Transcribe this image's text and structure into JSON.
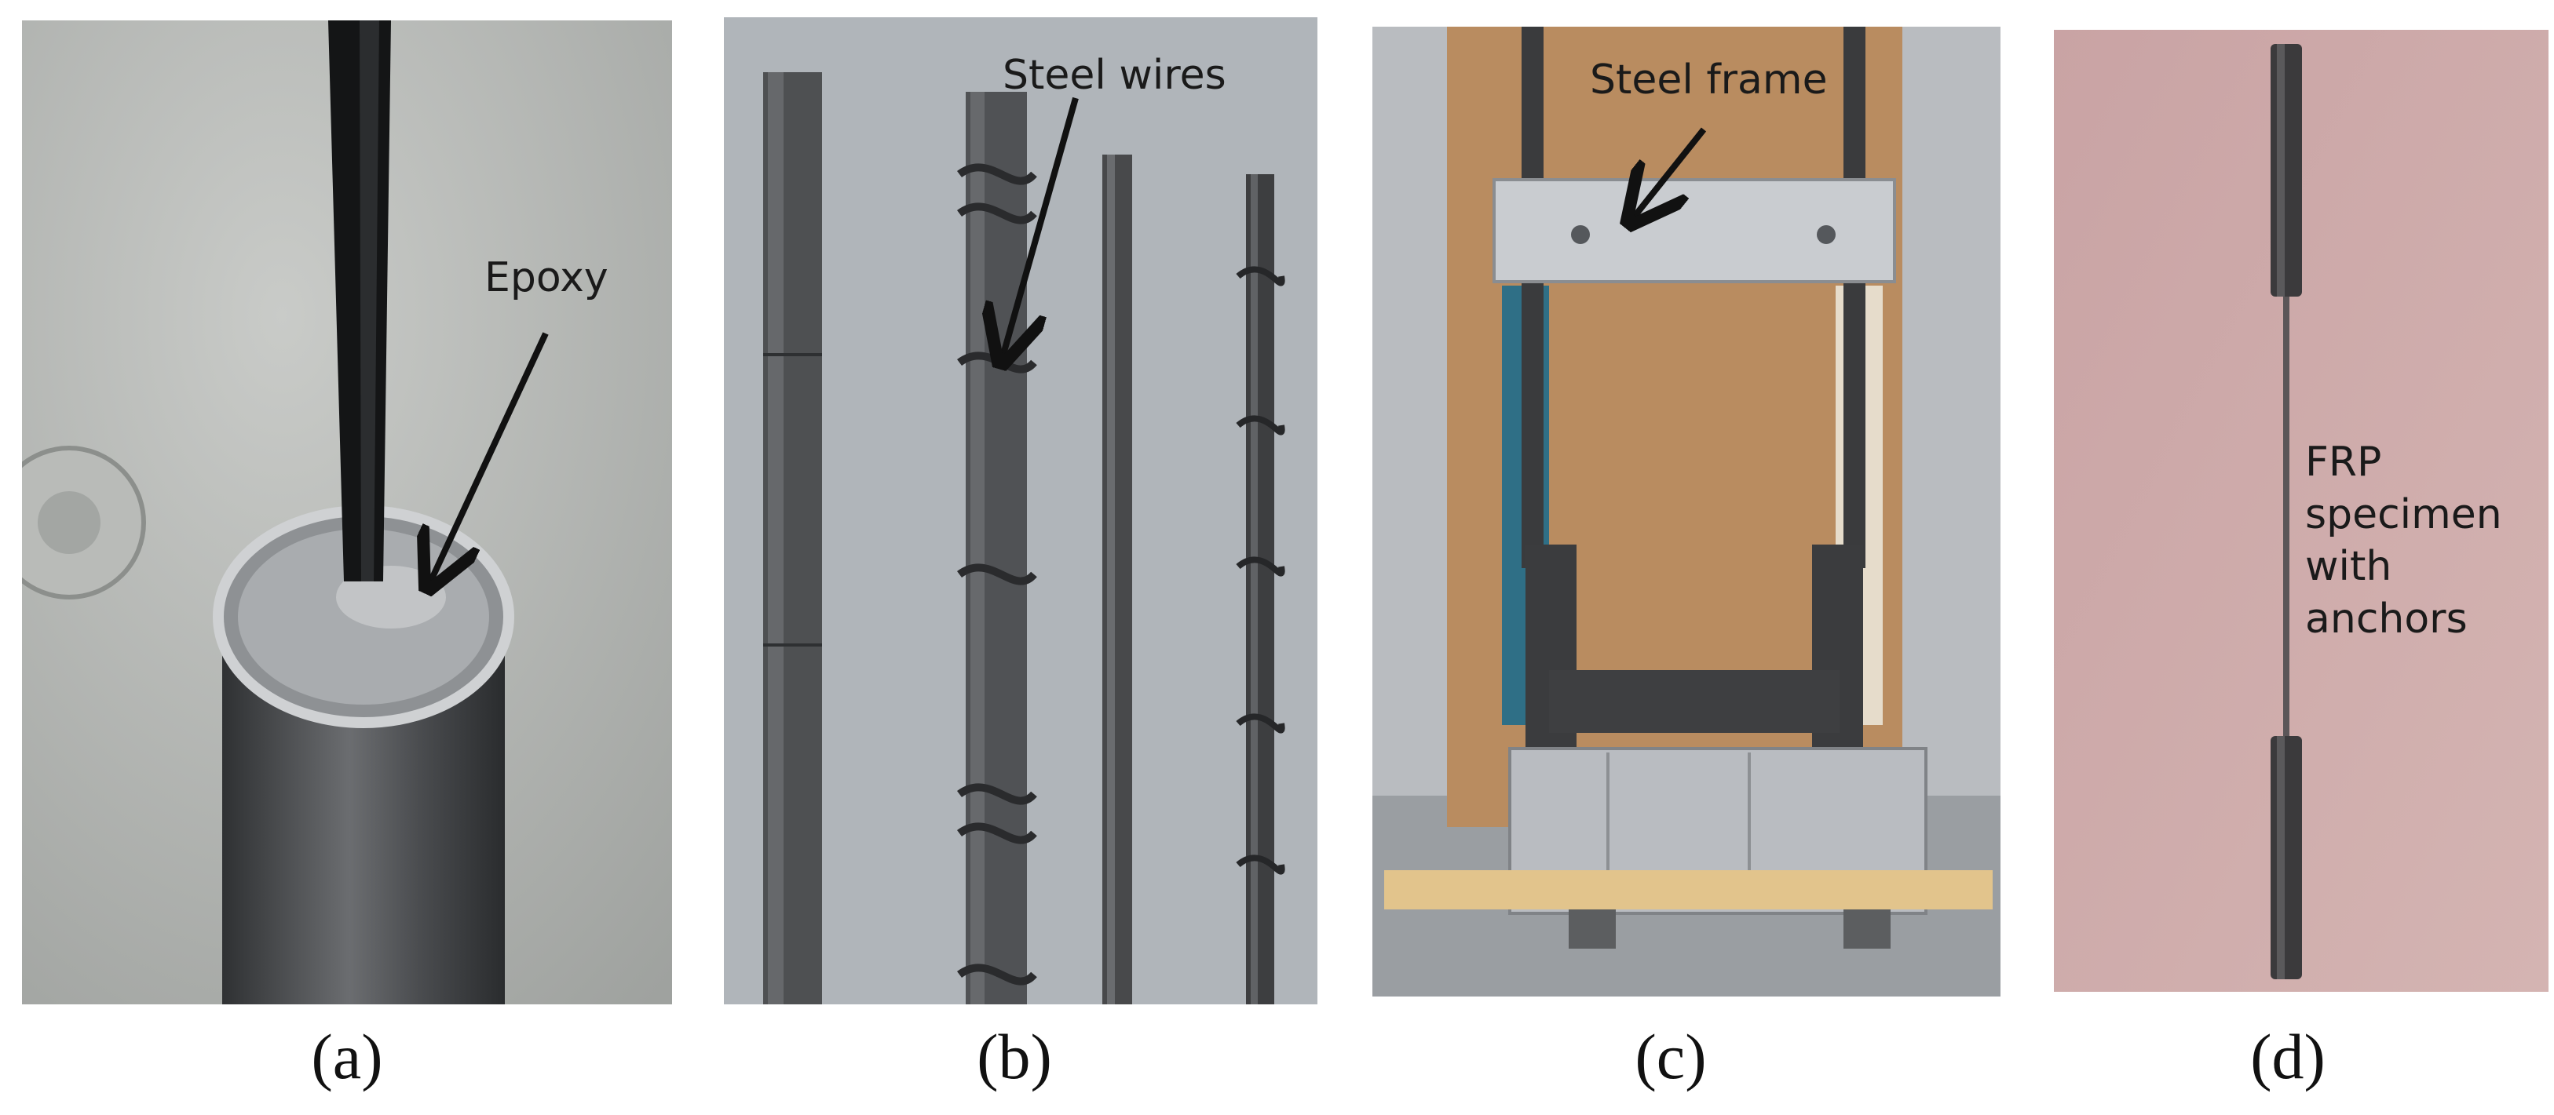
{
  "panels": [
    {
      "caption": "(a)",
      "annotation": "Epoxy"
    },
    {
      "caption": "(b)",
      "annotation": "Steel wires"
    },
    {
      "caption": "(c)",
      "annotation": "Steel frame"
    },
    {
      "caption": "(d)",
      "annotation_lines": [
        "FRP",
        "specimen",
        "with",
        "anchors"
      ]
    }
  ]
}
